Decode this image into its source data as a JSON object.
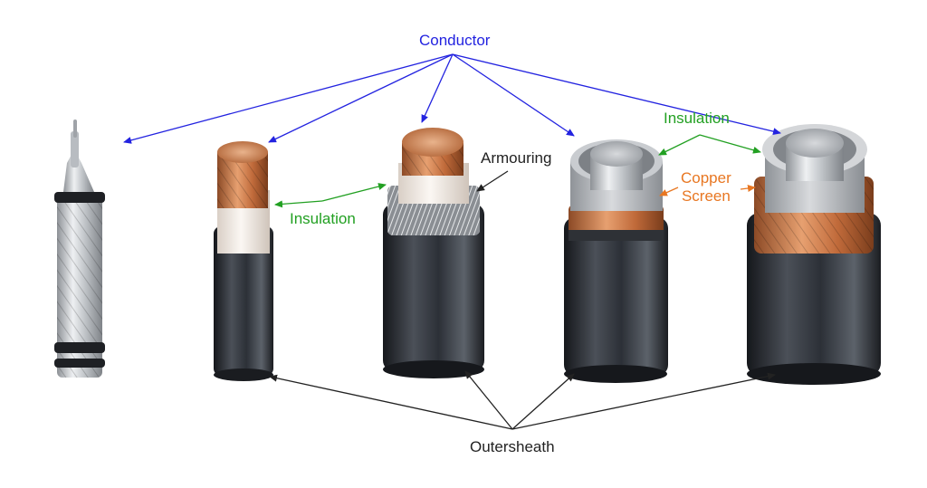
{
  "labels": {
    "conductor": "Conductor",
    "armouring": "Armouring",
    "insulation_left": "Insulation",
    "insulation_right": "Insulation",
    "copper_screen_line1": "Copper",
    "copper_screen_line2": "Screen",
    "outersheath": "Outersheath"
  },
  "colors": {
    "conductor_arrows": "#2323e0",
    "insulation_arrows": "#22a022",
    "copper_screen_arrow": "#e87722",
    "black_arrows": "#222222",
    "copper": "#c8754a",
    "sheath": "#2a2d33",
    "insulation_white": "#f3ece6",
    "insulation_grey": "#b9bcc0",
    "aluminium": "#c9ccd0"
  },
  "cables": [
    {
      "name": "bare-overhead-conductor"
    },
    {
      "name": "single-core-insulated-cable"
    },
    {
      "name": "armoured-cable"
    },
    {
      "name": "screened-cable-medium"
    },
    {
      "name": "screened-cable-large"
    }
  ]
}
